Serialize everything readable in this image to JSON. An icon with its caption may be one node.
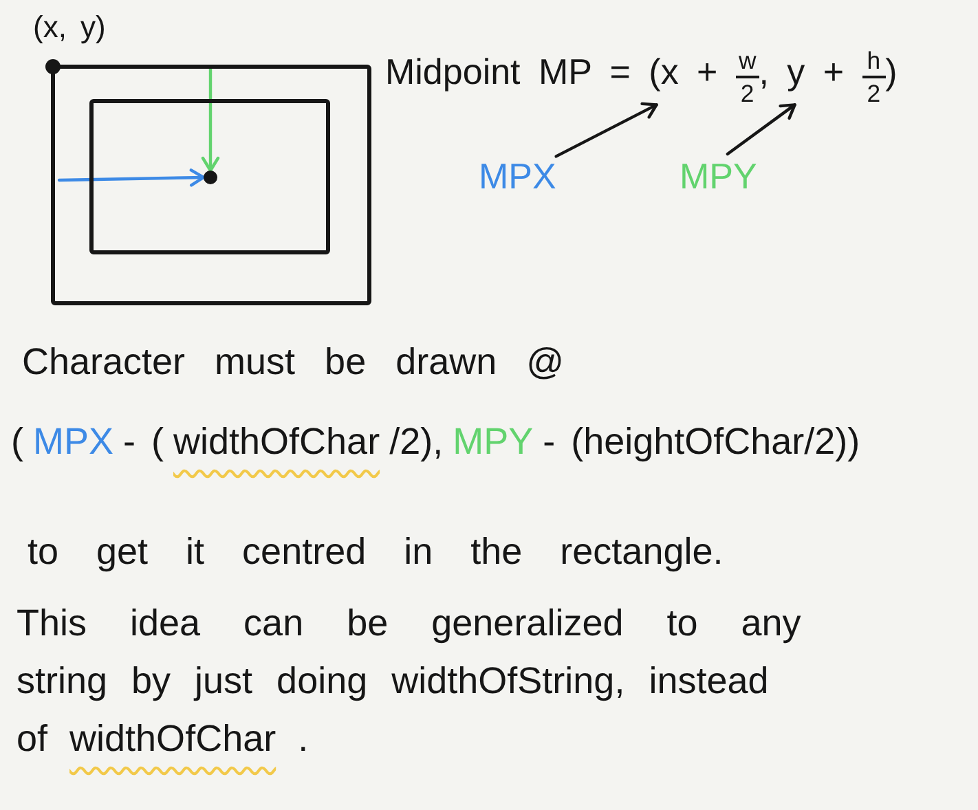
{
  "diagram": {
    "nodes": [
      {
        "text": [],
        "shape": "box"
      },
      {
        "text": [],
        "shape": "box",
        "in": 0
      },
      {
        "text": [],
        "shape": "circle",
        "in": 1
      },
      {
        "text": [
          "Midpoint MP = (x + $^{w}$$_{2}$, y + $^{h}$$_{2}$)"
        ]
      },
      {
        "text": [
          "MPX"
        ]
      },
      {
        "text": [
          "MPY"
        ]
      }
    ],
    "edges": [
      {
        "from": null,
        "to": 2,
        "arrow": "to",
        "color": "#3d8ae6"
      },
      {
        "from": null,
        "to": 2,
        "arrow": "to",
        "color": "#62d36e"
      },
      {
        "from": 4,
        "to": 3,
        "arrow": "to"
      },
      {
        "from": 5,
        "to": 3,
        "arrow": "to"
      }
    ],
    "labels": [
      "(x, y)",
      "Character must be drawn @",
      "(",
      "MPX",
      "- (",
      "widthOfChar",
      "/2),",
      "MPY",
      "- (heightOfChar/2))",
      "to get it centred in the rectangle.",
      "This idea can be generalized to any",
      "string by just doing widthOfString, instead",
      "of",
      "widthOfChar",
      "."
    ]
  }
}
